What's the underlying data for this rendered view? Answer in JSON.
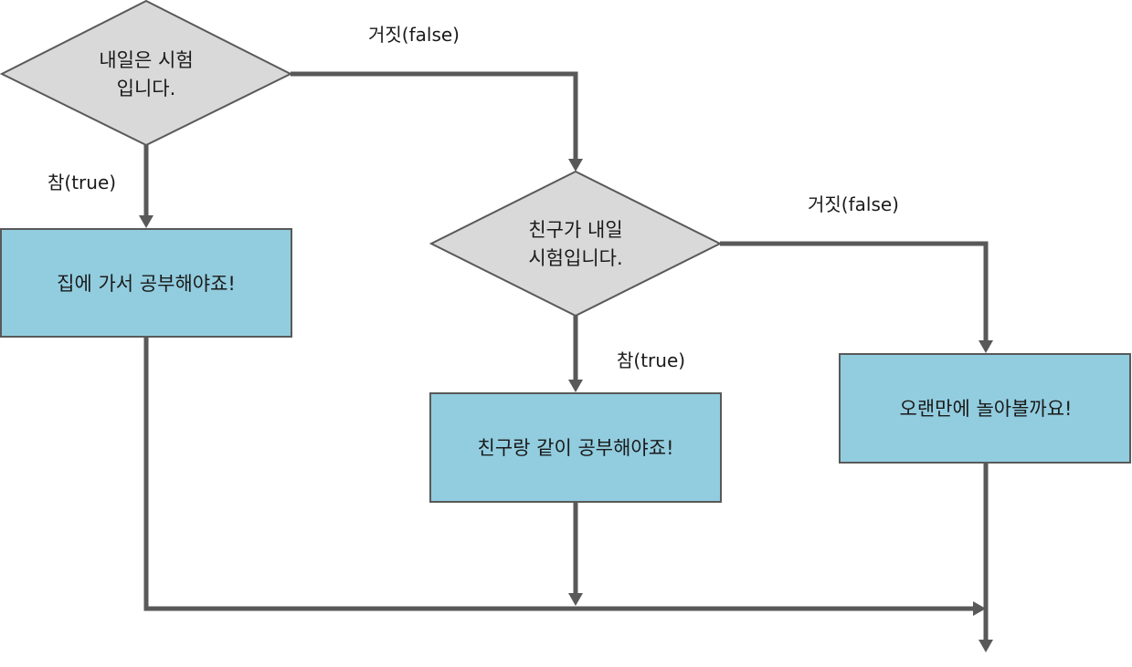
{
  "colors": {
    "decision_fill": "#d9d9d9",
    "process_fill": "#92cddf",
    "line": "#595959"
  },
  "nodes": {
    "decision_exam_tomorrow": {
      "lines": [
        "내일은 시험",
        "입니다."
      ]
    },
    "decision_friend_exam": {
      "lines": [
        "친구가 내일",
        "시험입니다."
      ]
    },
    "process_study_home": {
      "label": "집에 가서 공부해야죠!"
    },
    "process_study_friend": {
      "label": "친구랑 같이 공부해야죠!"
    },
    "process_play": {
      "label": "오랜만에 놀아볼까요!"
    }
  },
  "edges": {
    "exam_false": "거짓(false)",
    "exam_true": "참(true)",
    "friend_false": "거짓(false)",
    "friend_true": "참(true)"
  }
}
